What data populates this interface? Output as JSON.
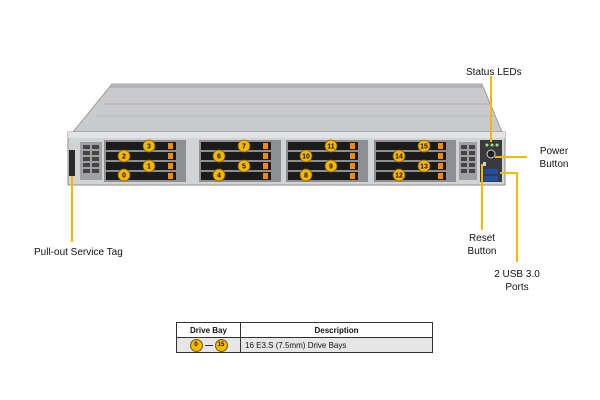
{
  "labels": {
    "status_leds": "Status LEDs",
    "power_button_l1": "Power",
    "power_button_l2": "Button",
    "reset_button_l1": "Reset",
    "reset_button_l2": "Button",
    "usb_l1": "2 USB 3.0",
    "usb_l2": "Ports",
    "service_tag": "Pull-out Service Tag"
  },
  "drive_badges": [
    "3",
    "2",
    "1",
    "0",
    "7",
    "6",
    "5",
    "4",
    "11",
    "10",
    "9",
    "8",
    "15",
    "14",
    "13",
    "12"
  ],
  "legend": {
    "headers": [
      "Drive Bay",
      "Description"
    ],
    "range_start": "0",
    "range_end": "15",
    "description": "16 E3.S (7.5mm) Drive Bays"
  },
  "colors": {
    "callout": "#f5b700",
    "chassis": "#c8c9cb",
    "drive_slot": "#1b1b1b"
  }
}
